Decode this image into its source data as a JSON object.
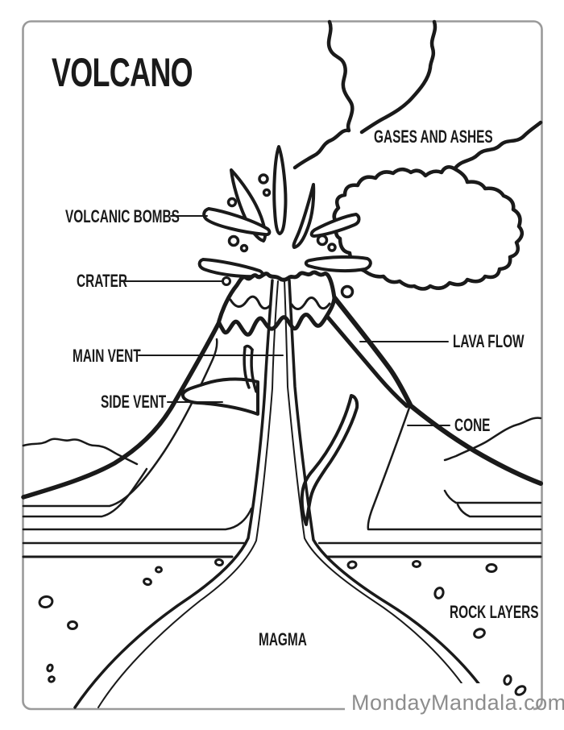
{
  "page": {
    "background": "#ffffff",
    "frame_color": "#9a9a9a",
    "ink_color": "#1a1a1a"
  },
  "title": {
    "text": "VOLCANO"
  },
  "diagram": {
    "subject": "volcano cross-section coloring page",
    "labels": [
      {
        "id": "gases-and-ashes",
        "text": "GASES AND ASHES",
        "has_leader": false
      },
      {
        "id": "volcanic-bombs",
        "text": "VOLCANIC BOMBS",
        "has_leader": true
      },
      {
        "id": "crater",
        "text": "CRATER",
        "has_leader": true
      },
      {
        "id": "main-vent",
        "text": "MAIN VENT",
        "has_leader": true
      },
      {
        "id": "side-vent",
        "text": "SIDE VENT",
        "has_leader": true
      },
      {
        "id": "lava-flow",
        "text": "LAVA FLOW",
        "has_leader": true
      },
      {
        "id": "cone",
        "text": "CONE",
        "has_leader": true
      },
      {
        "id": "rock-layers",
        "text": "ROCK LAYERS",
        "has_leader": false
      },
      {
        "id": "magma",
        "text": "MAGMA",
        "has_leader": false
      }
    ]
  },
  "watermark": {
    "text": "MondayMandala.com",
    "color": "#8d8d8d"
  }
}
